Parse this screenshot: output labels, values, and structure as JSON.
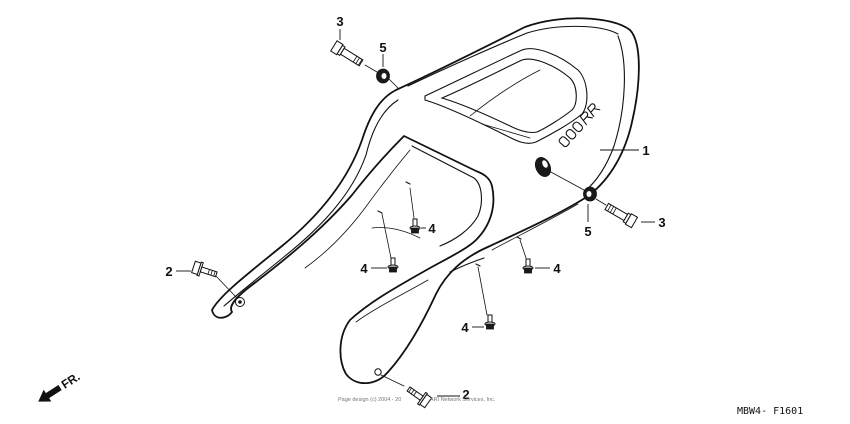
{
  "diagram": {
    "callouts": [
      "3",
      "5",
      "1",
      "4",
      "4",
      "4",
      "2",
      "5",
      "3",
      "4",
      "2"
    ],
    "direction_label": "FR.",
    "diagram_code": "MBW4- F1601",
    "copyright": {
      "part1": "Page design (c) 2004 - 20",
      "part2": "ARI Network Services, Inc."
    },
    "colors": {
      "ink": "#111111",
      "paper": "#ffffff"
    }
  }
}
